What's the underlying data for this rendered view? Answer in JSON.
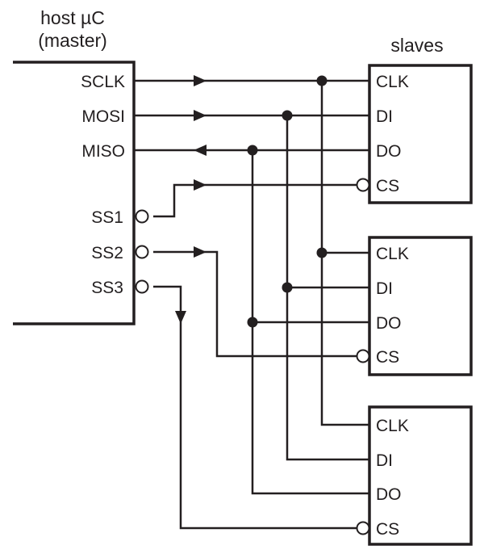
{
  "diagram": {
    "type": "SPI bus connection diagram",
    "master": {
      "title_line1": "host µC",
      "title_line2": "(master)",
      "pins": [
        {
          "id": "sclk",
          "label": "SCLK",
          "active_low": false,
          "direction": "out"
        },
        {
          "id": "mosi",
          "label": "MOSI",
          "active_low": false,
          "direction": "out"
        },
        {
          "id": "miso",
          "label": "MISO",
          "active_low": false,
          "direction": "in"
        },
        {
          "id": "ss1",
          "label": "SS1",
          "active_low": true,
          "direction": "out"
        },
        {
          "id": "ss2",
          "label": "SS2",
          "active_low": true,
          "direction": "out"
        },
        {
          "id": "ss3",
          "label": "SS3",
          "active_low": true,
          "direction": "out"
        }
      ]
    },
    "slaves_title": "slaves",
    "slaves": [
      {
        "id": "slave-1",
        "pins": [
          {
            "id": "clk",
            "label": "CLK",
            "active_low": false
          },
          {
            "id": "di",
            "label": "DI",
            "active_low": false
          },
          {
            "id": "do",
            "label": "DO",
            "active_low": false
          },
          {
            "id": "cs",
            "label": "CS",
            "active_low": true
          }
        ]
      },
      {
        "id": "slave-2",
        "pins": [
          {
            "id": "clk",
            "label": "CLK",
            "active_low": false
          },
          {
            "id": "di",
            "label": "DI",
            "active_low": false
          },
          {
            "id": "do",
            "label": "DO",
            "active_low": false
          },
          {
            "id": "cs",
            "label": "CS",
            "active_low": true
          }
        ]
      },
      {
        "id": "slave-3",
        "pins": [
          {
            "id": "clk",
            "label": "CLK",
            "active_low": false
          },
          {
            "id": "di",
            "label": "DI",
            "active_low": false
          },
          {
            "id": "do",
            "label": "DO",
            "active_low": false
          },
          {
            "id": "cs",
            "label": "CS",
            "active_low": true
          }
        ]
      }
    ],
    "connections": [
      {
        "from": "master.SCLK",
        "to": [
          "slave-1.CLK",
          "slave-2.CLK",
          "slave-3.CLK"
        ]
      },
      {
        "from": "master.MOSI",
        "to": [
          "slave-1.DI",
          "slave-2.DI",
          "slave-3.DI"
        ]
      },
      {
        "from": "slaves.DO",
        "to": [
          "master.MISO"
        ]
      },
      {
        "from": "master.SS1",
        "to": [
          "slave-1.CS"
        ]
      },
      {
        "from": "master.SS2",
        "to": [
          "slave-2.CS"
        ]
      },
      {
        "from": "master.SS3",
        "to": [
          "slave-3.CS"
        ]
      }
    ]
  }
}
